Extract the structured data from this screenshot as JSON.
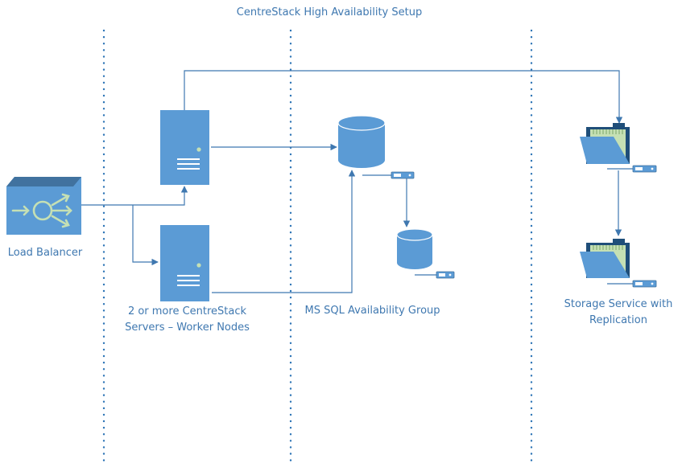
{
  "title": "CentreStack High Availability Setup",
  "nodes": {
    "load_balancer": {
      "label": "Load Balancer"
    },
    "worker_nodes": {
      "label_line1": "2 or more CentreStack",
      "label_line2": "Servers – Worker Nodes"
    },
    "sql_group": {
      "label": "MS SQL Availability Group"
    },
    "storage": {
      "label_line1": "Storage Service with",
      "label_line2": "Replication"
    }
  },
  "colors": {
    "line": "#3f78b0",
    "icon_fill": "#5b9bd5",
    "icon_dark": "#41729f",
    "folder_back": "#1f4e79",
    "folder_paper": "#c5e0b4",
    "accent_green": "#c5e0b4",
    "text": "#3f78b0",
    "separator": "#2e75b6"
  },
  "icons": {
    "load_balancer": "load-balancer-icon",
    "server": "server-icon",
    "database": "database-icon",
    "folder": "folder-icon",
    "status_indicator": "server-status-indicator-icon"
  }
}
